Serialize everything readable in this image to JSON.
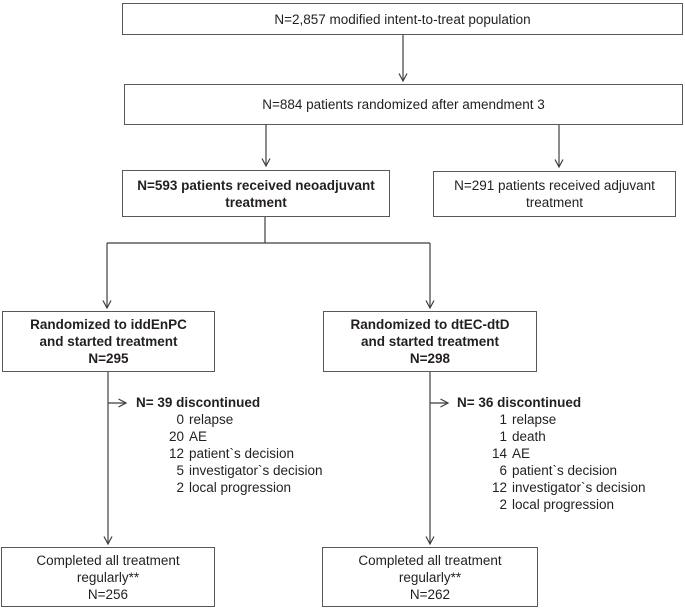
{
  "colors": {
    "background": "#ffffff",
    "box_border": "#57585a",
    "arrow": "#3f3f41",
    "text": "#231f20"
  },
  "boxes": {
    "mitt": {
      "text": "N=2,857 modified intent-to-treat population"
    },
    "randomized": {
      "text": "N=884 patients randomized after amendment 3"
    },
    "neoadjuvant": {
      "line1": "N=593 patients received neoadjuvant",
      "line2": "treatment"
    },
    "adjuvant": {
      "line1": "N=291 patients received adjuvant",
      "line2": "treatment"
    },
    "arm_iddenpc": {
      "line1": "Randomized to iddEnPC",
      "line2": "and started treatment",
      "line3": "N=295"
    },
    "arm_dtec_dtd": {
      "line1": "Randomized to dtEC-dtD",
      "line2": "and started treatment",
      "line3": "N=298"
    },
    "completed_left": {
      "line1": "Completed all treatment",
      "line2": "regularly**",
      "line3": "N=256"
    },
    "completed_right": {
      "line1": "Completed all treatment",
      "line2": "regularly**",
      "line3": "N=262"
    }
  },
  "discontinued_left": {
    "header": "N= 39 discontinued",
    "items": [
      {
        "n": "0",
        "label": "relapse"
      },
      {
        "n": "20",
        "label": "AE"
      },
      {
        "n": "12",
        "label": "patient`s decision"
      },
      {
        "n": "5",
        "label": "investigator`s decision"
      },
      {
        "n": "2",
        "label": "local progression"
      }
    ]
  },
  "discontinued_right": {
    "header": "N= 36 discontinued",
    "items": [
      {
        "n": "1",
        "label": "relapse"
      },
      {
        "n": "1",
        "label": "death"
      },
      {
        "n": "14",
        "label": "AE"
      },
      {
        "n": "6",
        "label": "patient`s decision"
      },
      {
        "n": "12",
        "label": "investigator`s decision"
      },
      {
        "n": "2",
        "label": "local progression"
      }
    ]
  }
}
